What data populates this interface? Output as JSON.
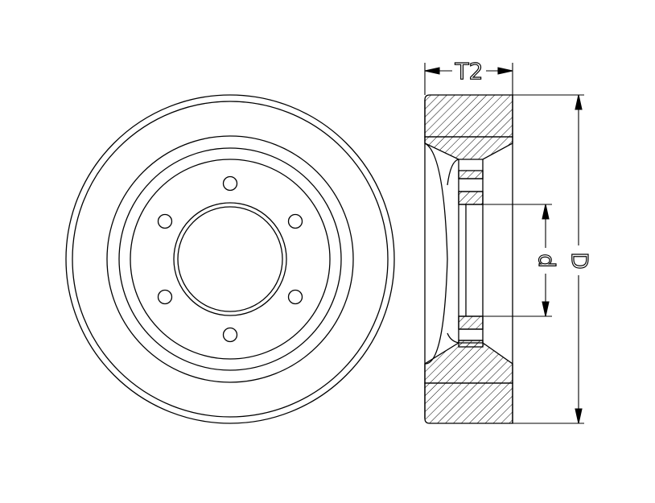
{
  "dimensions": {
    "width_label": "T2",
    "outer_diameter_label": "D",
    "bore_label": "d"
  },
  "colors": {
    "line": "#000000",
    "background": "#ffffff"
  }
}
